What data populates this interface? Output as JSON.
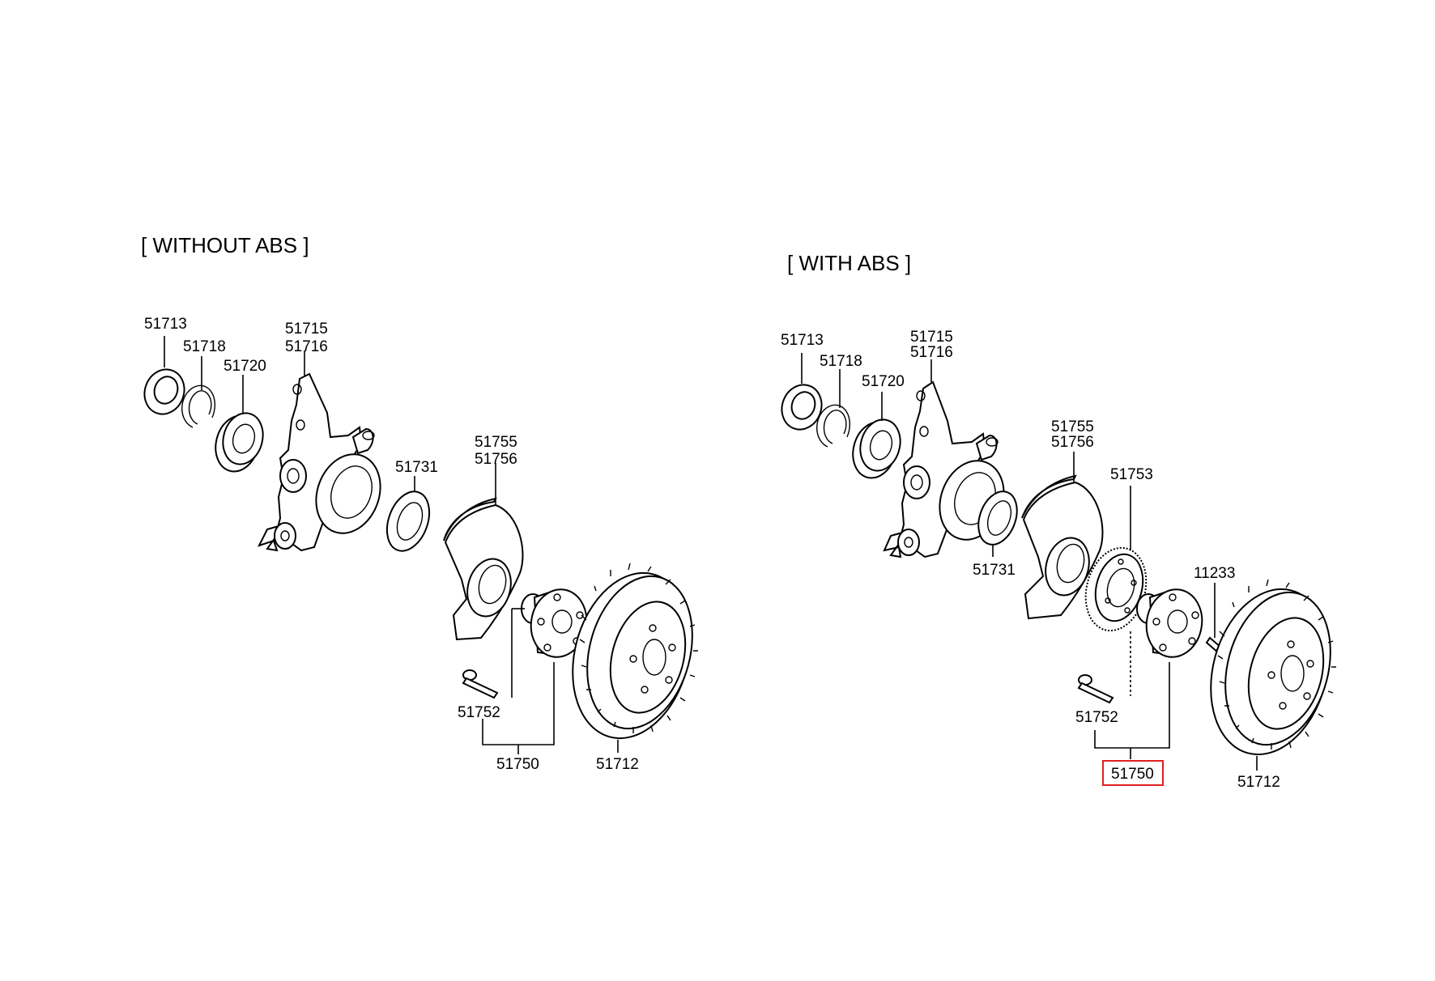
{
  "headings": {
    "without_abs": "[ WITHOUT ABS ]",
    "with_abs": "[ WITH ABS ]"
  },
  "without_abs_labels": {
    "oil_seal": "51713",
    "snap_ring": "51718",
    "bearing": "51720",
    "knuckle_a": "51715",
    "knuckle_b": "51716",
    "dust_seal": "51731",
    "dust_cover_a": "51755",
    "dust_cover_b": "51756",
    "hub_bolt": "51752",
    "hub_assembly": "51750",
    "brake_disc": "51712"
  },
  "with_abs_labels": {
    "oil_seal": "51713",
    "snap_ring": "51718",
    "bearing": "51720",
    "knuckle_a": "51715",
    "knuckle_b": "51716",
    "dust_cover_a": "51755",
    "dust_cover_b": "51756",
    "tone_wheel": "51753",
    "dust_seal": "51731",
    "screw": "11233",
    "hub_bolt": "51752",
    "hub_assembly": "51750",
    "brake_disc": "51712"
  },
  "highlight_color": "#e02020"
}
